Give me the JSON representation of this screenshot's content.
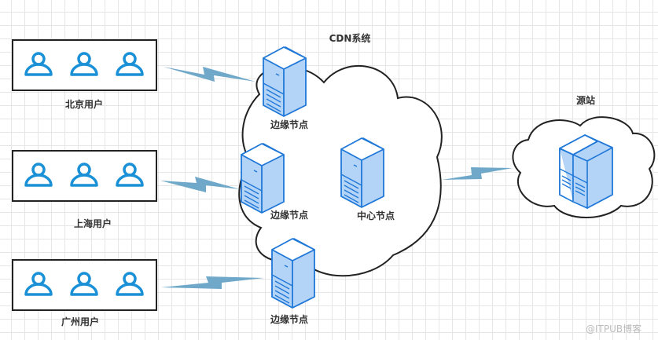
{
  "diagram": {
    "title": "CDN系统",
    "user_groups": [
      {
        "label": "北京用户",
        "users": 3
      },
      {
        "label": "上海用户",
        "users": 3
      },
      {
        "label": "广州用户",
        "users": 3
      }
    ],
    "cdn_nodes": [
      {
        "label": "边缘节点",
        "type": "edge"
      },
      {
        "label": "边缘节点",
        "type": "edge"
      },
      {
        "label": "边缘节点",
        "type": "edge"
      },
      {
        "label": "中心节点",
        "type": "center"
      }
    ],
    "origin": {
      "label": "源站"
    },
    "connections": [
      {
        "from": "北京用户",
        "to": "边缘节点"
      },
      {
        "from": "上海用户",
        "to": "边缘节点"
      },
      {
        "from": "广州用户",
        "to": "边缘节点"
      },
      {
        "from": "CDN系统",
        "to": "源站"
      }
    ],
    "watermark": "@ITPUB博客",
    "colors": {
      "icon": "#1a91d6",
      "server_stroke": "#1f78d8",
      "server_fill": "#b4d4f7",
      "link": "#6fa8c9"
    }
  }
}
